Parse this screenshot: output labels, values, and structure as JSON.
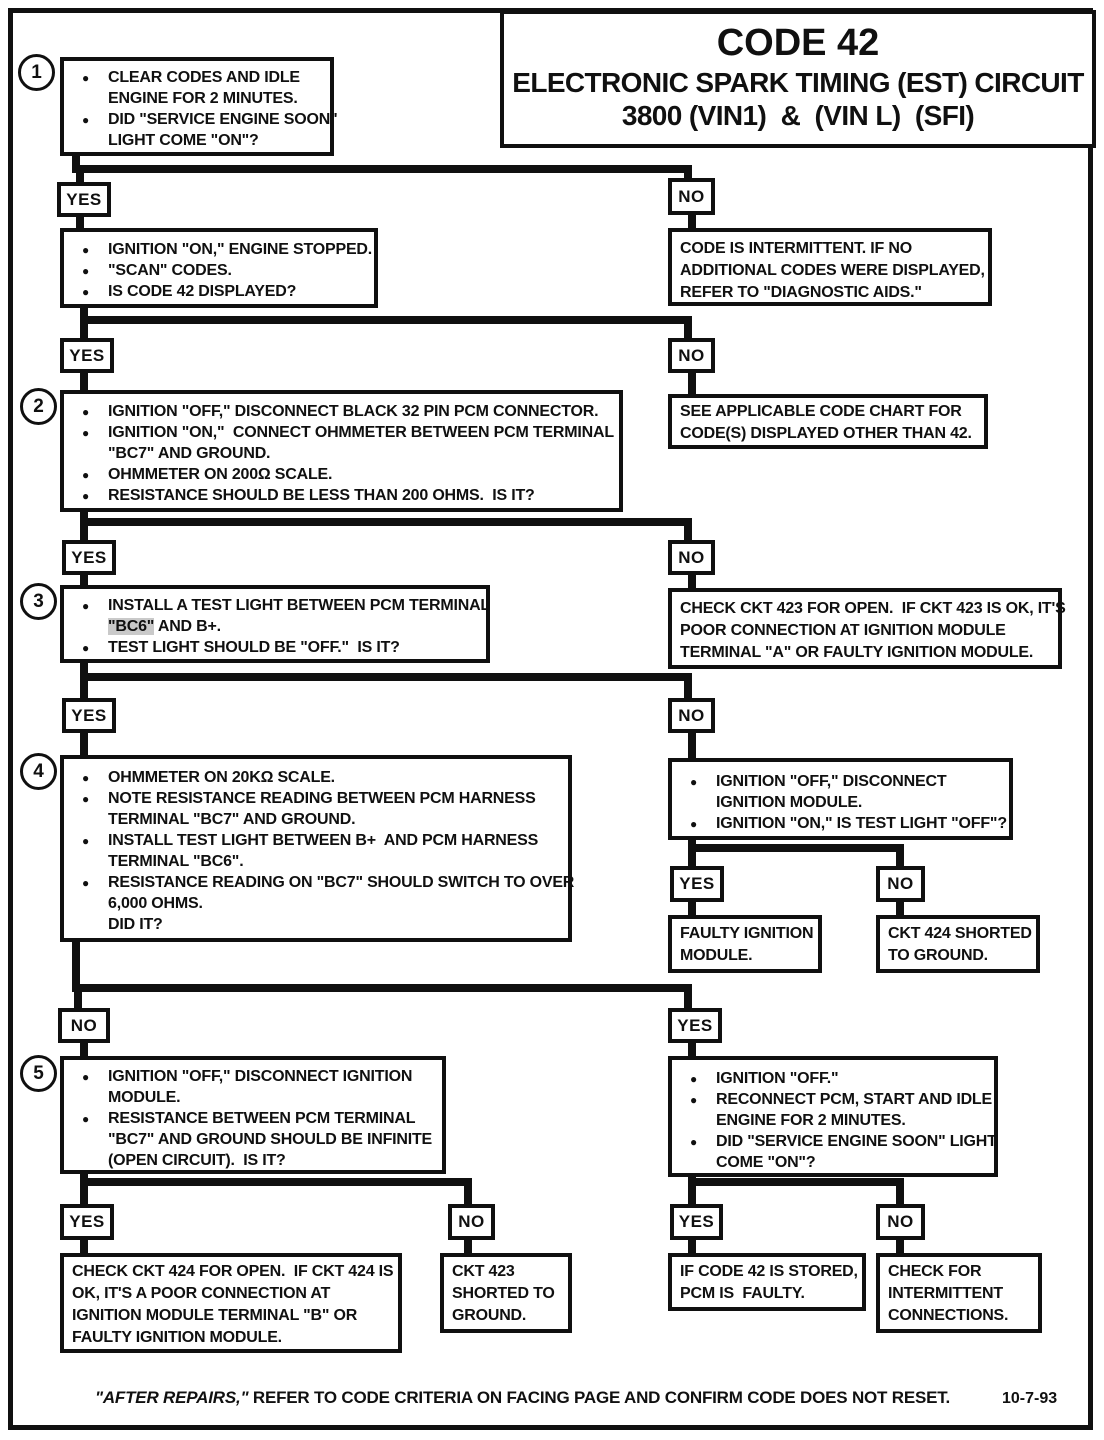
{
  "colors": {
    "ink": "#101010",
    "paper": "#ffffff",
    "highlight": "#c9c9c9"
  },
  "labels": {
    "yes": "YES",
    "no": "NO"
  },
  "title": {
    "line1": "CODE 42",
    "line2": "ELECTRONIC SPARK TIMING (EST) CIRCUIT",
    "line3": "3800 (VIN1)  &  (VIN L)  (SFI)"
  },
  "steps": {
    "n1": "1",
    "n2": "2",
    "n3": "3",
    "n4": "4",
    "n5": "5"
  },
  "boxes": {
    "step1": {
      "lines": [
        "CLEAR CODES AND IDLE",
        "ENGINE FOR 2 MINUTES.",
        "DID \"SERVICE ENGINE SOON\"",
        "LIGHT COME \"ON\"?"
      ]
    },
    "scan_codes": {
      "lines": [
        "IGNITION \"ON,\" ENGINE STOPPED.",
        "\"SCAN\" CODES.",
        "IS CODE 42 DISPLAYED?"
      ]
    },
    "intermittent": {
      "lines": [
        "CODE IS INTERMITTENT. IF NO",
        "ADDITIONAL CODES WERE DISPLAYED,",
        "REFER TO \"DIAGNOSTIC AIDS.\""
      ]
    },
    "step2": {
      "lines": [
        "IGNITION \"OFF,\" DISCONNECT BLACK 32 PIN PCM CONNECTOR.",
        "IGNITION \"ON,\"  CONNECT OHMMETER BETWEEN PCM TERMINAL",
        "\"BC7\" AND GROUND.",
        "OHMMETER ON 200Ω SCALE.",
        "RESISTANCE SHOULD BE LESS THAN 200 OHMS.  IS IT?"
      ]
    },
    "see_chart": {
      "lines": [
        "SEE APPLICABLE CODE CHART FOR",
        "CODE(S) DISPLAYED OTHER THAN 42."
      ]
    },
    "step3": {
      "line1": "INSTALL A TEST LIGHT BETWEEN PCM TERMINAL",
      "hl": "\"BC6\"",
      "line2_rest": " AND B+.",
      "line3": "TEST LIGHT SHOULD BE \"OFF.\"  IS IT?"
    },
    "ckt423_check": {
      "lines": [
        "CHECK CKT 423 FOR OPEN.  IF CKT 423 IS OK, IT'S",
        "POOR CONNECTION AT IGNITION MODULE",
        "TERMINAL \"A\" OR FAULTY IGNITION MODULE."
      ]
    },
    "step4": {
      "lines": [
        "OHMMETER ON 20KΩ SCALE.",
        "NOTE RESISTANCE READING BETWEEN PCM HARNESS",
        "TERMINAL \"BC7\" AND GROUND.",
        "INSTALL TEST LIGHT BETWEEN B+  AND PCM HARNESS",
        "TERMINAL \"BC6\".",
        "RESISTANCE READING ON \"BC7\" SHOULD SWITCH TO OVER",
        "6,000 OHMS.",
        "DID IT?"
      ]
    },
    "ign_off": {
      "lines": [
        "IGNITION \"OFF,\" DISCONNECT",
        "IGNITION MODULE.",
        "IGNITION \"ON,\" IS TEST LIGHT \"OFF\"?"
      ]
    },
    "faulty_ign": {
      "lines": [
        "FAULTY IGNITION",
        "MODULE."
      ]
    },
    "ckt424_short": {
      "lines": [
        "CKT 424 SHORTED",
        "TO GROUND."
      ]
    },
    "step5": {
      "lines": [
        "IGNITION \"OFF,\" DISCONNECT IGNITION",
        "MODULE.",
        "RESISTANCE BETWEEN PCM TERMINAL",
        "\"BC7\" AND GROUND SHOULD BE INFINITE",
        "(OPEN CIRCUIT).  IS IT?"
      ]
    },
    "reconnect": {
      "lines": [
        "IGNITION \"OFF.\"",
        "RECONNECT PCM, START AND IDLE",
        "ENGINE FOR 2 MINUTES.",
        "DID \"SERVICE ENGINE SOON\" LIGHT",
        "COME \"ON\"?"
      ]
    },
    "ckt424_check": {
      "lines": [
        "CHECK CKT 424 FOR OPEN.  IF CKT 424 IS",
        "OK, IT'S A POOR CONNECTION AT",
        "IGNITION MODULE TERMINAL \"B\" OR",
        "FAULTY IGNITION MODULE."
      ]
    },
    "ckt423_short": {
      "lines": [
        "CKT 423",
        "SHORTED TO",
        "GROUND."
      ]
    },
    "pcm_faulty": {
      "lines": [
        "IF CODE 42 IS STORED,",
        "PCM IS  FAULTY."
      ]
    },
    "intermit_conn": {
      "lines": [
        "CHECK FOR",
        "INTERMITTENT",
        "CONNECTIONS."
      ]
    }
  },
  "footer": {
    "italic": "\"AFTER REPAIRS,\"",
    "rest": " REFER TO CODE CRITERIA ON FACING PAGE AND CONFIRM CODE DOES NOT RESET.",
    "date": "10-7-93"
  }
}
